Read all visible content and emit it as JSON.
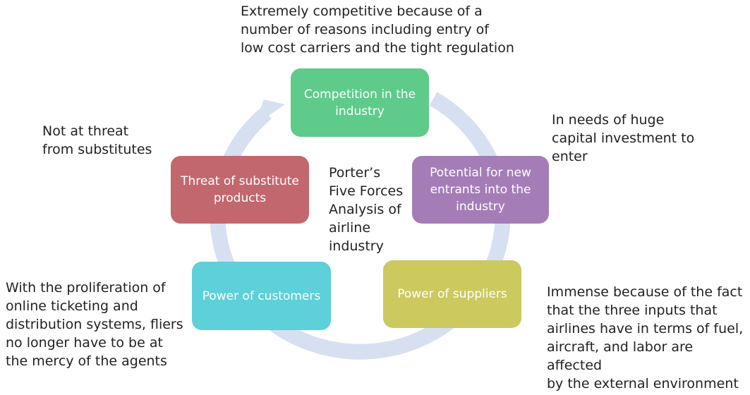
{
  "center_title": "Porter’s\nFive Forces\nAnalysis of\nairline\nindustry",
  "colors": {
    "ring": "#d6e0f1",
    "competition": "#5ecb8b",
    "entrants": "#a47db7",
    "suppliers": "#ccc95f",
    "customers": "#5dd0d9",
    "substitutes": "#c3676f"
  },
  "forces": [
    {
      "id": "competition",
      "label": "Competition in the industry",
      "note": "Extremely competitive because of a\nnumber of reasons including entry of\nlow cost carriers and the tight regulation"
    },
    {
      "id": "entrants",
      "label": "Potential for new entrants into the industry",
      "note": "In needs of huge\ncapital investment to\nenter"
    },
    {
      "id": "suppliers",
      "label": "Power of suppliers",
      "note": "Immense because of the fact\nthat the three inputs that\nairlines have in terms of fuel,\naircraft, and labor are affected\nby the external environment"
    },
    {
      "id": "customers",
      "label": "Power of customers",
      "note": "With the proliferation of\nonline ticketing and\ndistribution systems, fliers\nno longer have to be at\nthe mercy of the agents"
    },
    {
      "id": "substitutes",
      "label": "Threat of substitute products",
      "note": "Not at threat\nfrom substitutes"
    }
  ]
}
